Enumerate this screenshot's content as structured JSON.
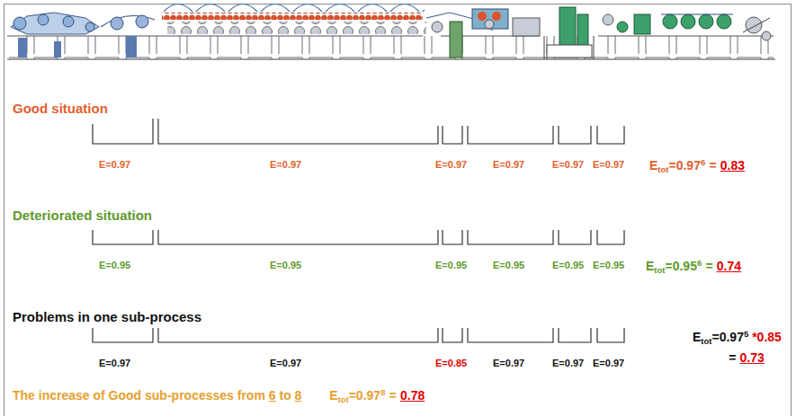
{
  "diagram": {
    "labels": [
      "Good situation",
      "E=0.97",
      "E=0.97",
      "E=0.97",
      "E=0.97",
      "E=0.97",
      "E=0.97",
      "E",
      "tot",
      "=0.97",
      "6",
      "=",
      "0.83",
      "Deteriorated situation",
      "E=0.95",
      "E=0.95",
      "E=0.95",
      "E=0.95",
      "E=0.95",
      "E=0.95",
      "E",
      "tot",
      "=0.95",
      "6",
      "=",
      "0.74",
      "Problems in one sub-process",
      "E=0.97",
      "E=0.97",
      "E=0.85",
      "E=0.97",
      "E=0.97",
      "E=0.97",
      "E",
      "tot",
      "=0.97",
      "5",
      "*0.85",
      "=",
      "0.73",
      "The increase of Good sub-processes from",
      "6",
      "to",
      "8",
      "E",
      "tot",
      "=0.97",
      "8",
      "=",
      "0.78"
    ]
  }
}
